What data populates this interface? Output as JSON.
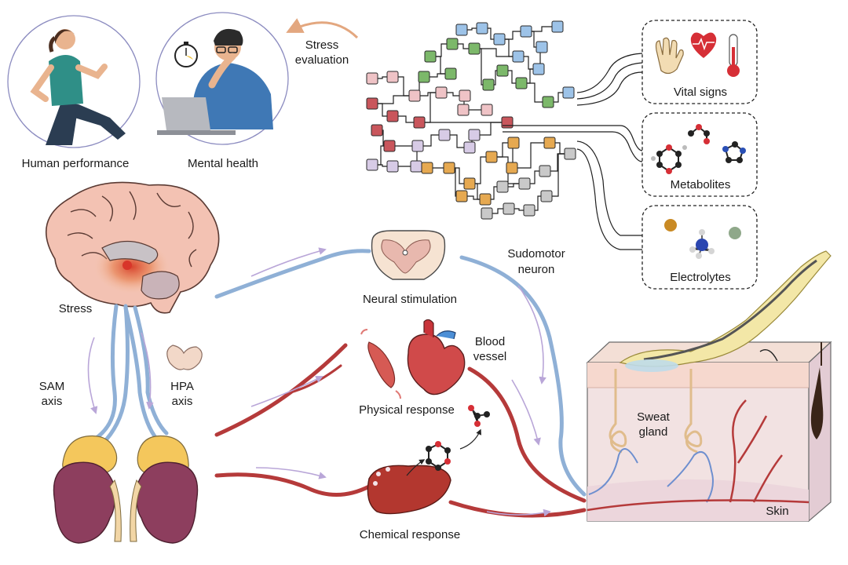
{
  "labels": {
    "human_performance": "Human performance",
    "mental_health": "Mental health",
    "stress_evaluation_1": "Stress",
    "stress_evaluation_2": "evaluation",
    "vital_signs": "Vital signs",
    "metabolites": "Metabolites",
    "electrolytes": "Electrolytes",
    "stress": "Stress",
    "sam_axis_1": "SAM",
    "sam_axis_2": "axis",
    "hpa_axis_1": "HPA",
    "hpa_axis_2": "axis",
    "neural_stimulation": "Neural stimulation",
    "sudomotor_1": "Sudomotor",
    "sudomotor_2": "neuron",
    "blood_vessel_1": "Blood",
    "blood_vessel_2": "vessel",
    "physical_response": "Physical response",
    "chemical_response": "Chemical response",
    "sweat_gland_1": "Sweat",
    "sweat_gland_2": "gland",
    "skin": "Skin"
  },
  "colors": {
    "nerve_blue": "#8fb0d6",
    "blood_red": "#b53a3a",
    "arrow_purple": "#b9a6d8",
    "node_pink": "#efc3c6",
    "node_red": "#c9565c",
    "node_lilac": "#d7cbe6",
    "node_green": "#7cb86a",
    "node_blue": "#9dc3e8",
    "node_orange": "#e6a951",
    "node_gray": "#c9c9c9",
    "stress_arrow": "#e3a77f"
  },
  "icons": [
    "runner-figure",
    "stressed-person-at-laptop",
    "clock-icon",
    "hand-icon",
    "heart-icon",
    "thermometer-icon",
    "molecule-icon",
    "brain-illustration",
    "pituitary-gland",
    "adrenal-kidneys",
    "spinal-cord-section",
    "muscle-icon",
    "heart-organ",
    "liver-organ",
    "skin-cross-section",
    "wearable-sensor-patch"
  ]
}
